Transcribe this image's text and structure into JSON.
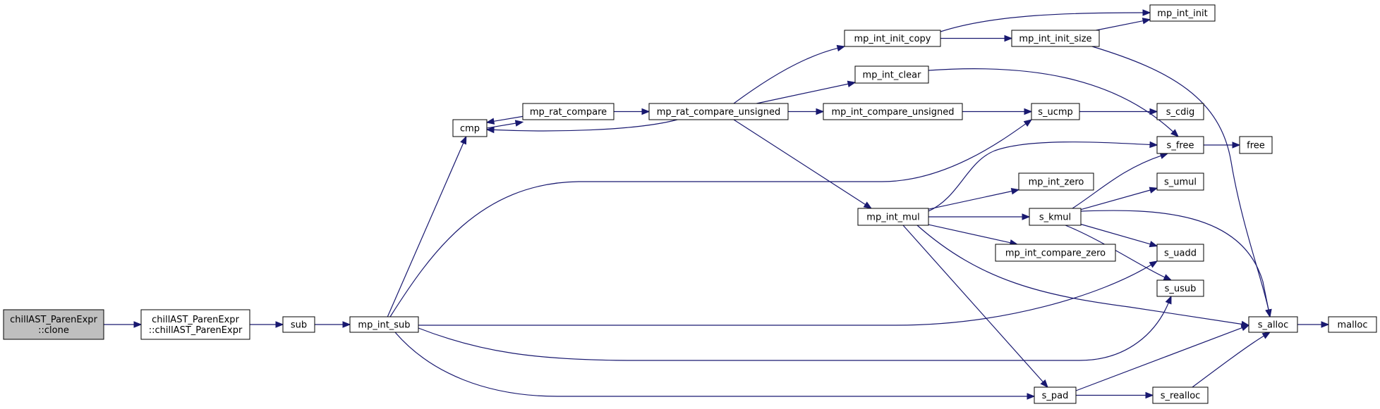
{
  "graph": {
    "nodes": {
      "root": [
        "chillAST_ParenExpr",
        "::clone"
      ],
      "ctor": [
        "chillAST_ParenExpr",
        "::chillAST_ParenExpr"
      ],
      "sub": [
        "sub"
      ],
      "mp_int_sub": [
        "mp_int_sub"
      ],
      "cmp": [
        "cmp"
      ],
      "mp_rat_compare": [
        "mp_rat_compare"
      ],
      "mp_rat_compare_unsigned": [
        "mp_rat_compare_unsigned"
      ],
      "mp_int_init_copy": [
        "mp_int_init_copy"
      ],
      "mp_int_clear": [
        "mp_int_clear"
      ],
      "mp_int_compare_unsigned": [
        "mp_int_compare_unsigned"
      ],
      "mp_int_mul": [
        "mp_int_mul"
      ],
      "mp_int_init_size": [
        "mp_int_init_size"
      ],
      "mp_int_init": [
        "mp_int_init"
      ],
      "s_ucmp": [
        "s_ucmp"
      ],
      "s_cdig": [
        "s_cdig"
      ],
      "s_free": [
        "s_free"
      ],
      "free": [
        "free"
      ],
      "mp_int_zero": [
        "mp_int_zero"
      ],
      "s_umul": [
        "s_umul"
      ],
      "s_kmul": [
        "s_kmul"
      ],
      "mp_int_compare_zero": [
        "mp_int_compare_zero"
      ],
      "s_uadd": [
        "s_uadd"
      ],
      "s_usub": [
        "s_usub"
      ],
      "s_alloc": [
        "s_alloc"
      ],
      "malloc": [
        "malloc"
      ],
      "s_pad": [
        "s_pad"
      ],
      "s_realloc": [
        "s_realloc"
      ]
    },
    "edges": [
      [
        "root",
        "ctor"
      ],
      [
        "ctor",
        "sub"
      ],
      [
        "sub",
        "mp_int_sub"
      ],
      [
        "mp_int_sub",
        "cmp"
      ],
      [
        "mp_int_sub",
        "s_ucmp"
      ],
      [
        "mp_int_sub",
        "s_uadd"
      ],
      [
        "mp_int_sub",
        "s_usub"
      ],
      [
        "mp_int_sub",
        "s_pad"
      ],
      [
        "cmp",
        "mp_rat_compare"
      ],
      [
        "mp_rat_compare",
        "cmp"
      ],
      [
        "mp_rat_compare",
        "mp_rat_compare_unsigned"
      ],
      [
        "mp_rat_compare_unsigned",
        "cmp"
      ],
      [
        "mp_rat_compare_unsigned",
        "mp_int_init_copy"
      ],
      [
        "mp_rat_compare_unsigned",
        "mp_int_clear"
      ],
      [
        "mp_rat_compare_unsigned",
        "mp_int_compare_unsigned"
      ],
      [
        "mp_rat_compare_unsigned",
        "mp_int_mul"
      ],
      [
        "mp_int_init_copy",
        "mp_int_init"
      ],
      [
        "mp_int_init_copy",
        "mp_int_init_size"
      ],
      [
        "mp_int_init_size",
        "mp_int_init"
      ],
      [
        "mp_int_init_size",
        "s_alloc"
      ],
      [
        "mp_int_clear",
        "s_free"
      ],
      [
        "mp_int_compare_unsigned",
        "s_ucmp"
      ],
      [
        "s_ucmp",
        "s_cdig"
      ],
      [
        "s_free",
        "free"
      ],
      [
        "mp_int_mul",
        "s_free"
      ],
      [
        "mp_int_mul",
        "mp_int_zero"
      ],
      [
        "mp_int_mul",
        "s_kmul"
      ],
      [
        "mp_int_mul",
        "mp_int_compare_zero"
      ],
      [
        "mp_int_mul",
        "s_alloc"
      ],
      [
        "mp_int_mul",
        "s_pad"
      ],
      [
        "s_kmul",
        "s_free"
      ],
      [
        "s_kmul",
        "s_umul"
      ],
      [
        "s_kmul",
        "s_uadd"
      ],
      [
        "s_kmul",
        "s_usub"
      ],
      [
        "s_kmul",
        "s_alloc"
      ],
      [
        "s_alloc",
        "malloc"
      ],
      [
        "s_pad",
        "s_alloc"
      ],
      [
        "s_pad",
        "s_realloc"
      ],
      [
        "s_realloc",
        "s_alloc"
      ]
    ]
  }
}
